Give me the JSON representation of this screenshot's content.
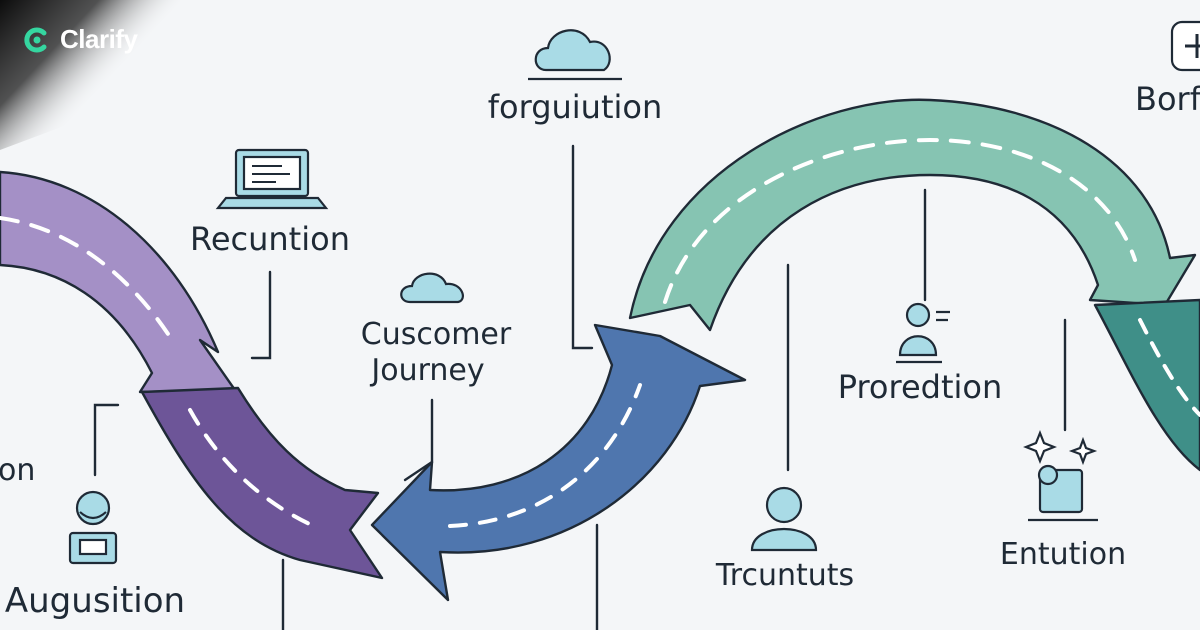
{
  "brand": {
    "name": "Clarify",
    "icon": "clarify-logo-icon",
    "accent": "#35d6a0"
  },
  "diagram": {
    "title_lines": [
      "Cuscomer",
      "Journey"
    ],
    "labels": {
      "left_edge": "on",
      "augusition": "Augusition",
      "recuntion": "Recuntion",
      "forguiution": "forguiution",
      "trcuntuts": "Trcuntuts",
      "proredtion": "Proredtion",
      "entution": "Entution",
      "right_edge": "Borf"
    },
    "icons": [
      "laptop-icon",
      "cloud-icon",
      "person-at-desk-icon",
      "user-icon",
      "person-at-desk-icon",
      "sparkle-box-icon",
      "medical-cross-icon"
    ],
    "colors": {
      "purple_light": "#a490c6",
      "purple_dark": "#6d5598",
      "blue": "#4f76ae",
      "teal_light": "#86c4b2",
      "teal_dark": "#3f8f88",
      "icon_fill": "#a9dbe6",
      "ink": "#1f2a36"
    }
  }
}
